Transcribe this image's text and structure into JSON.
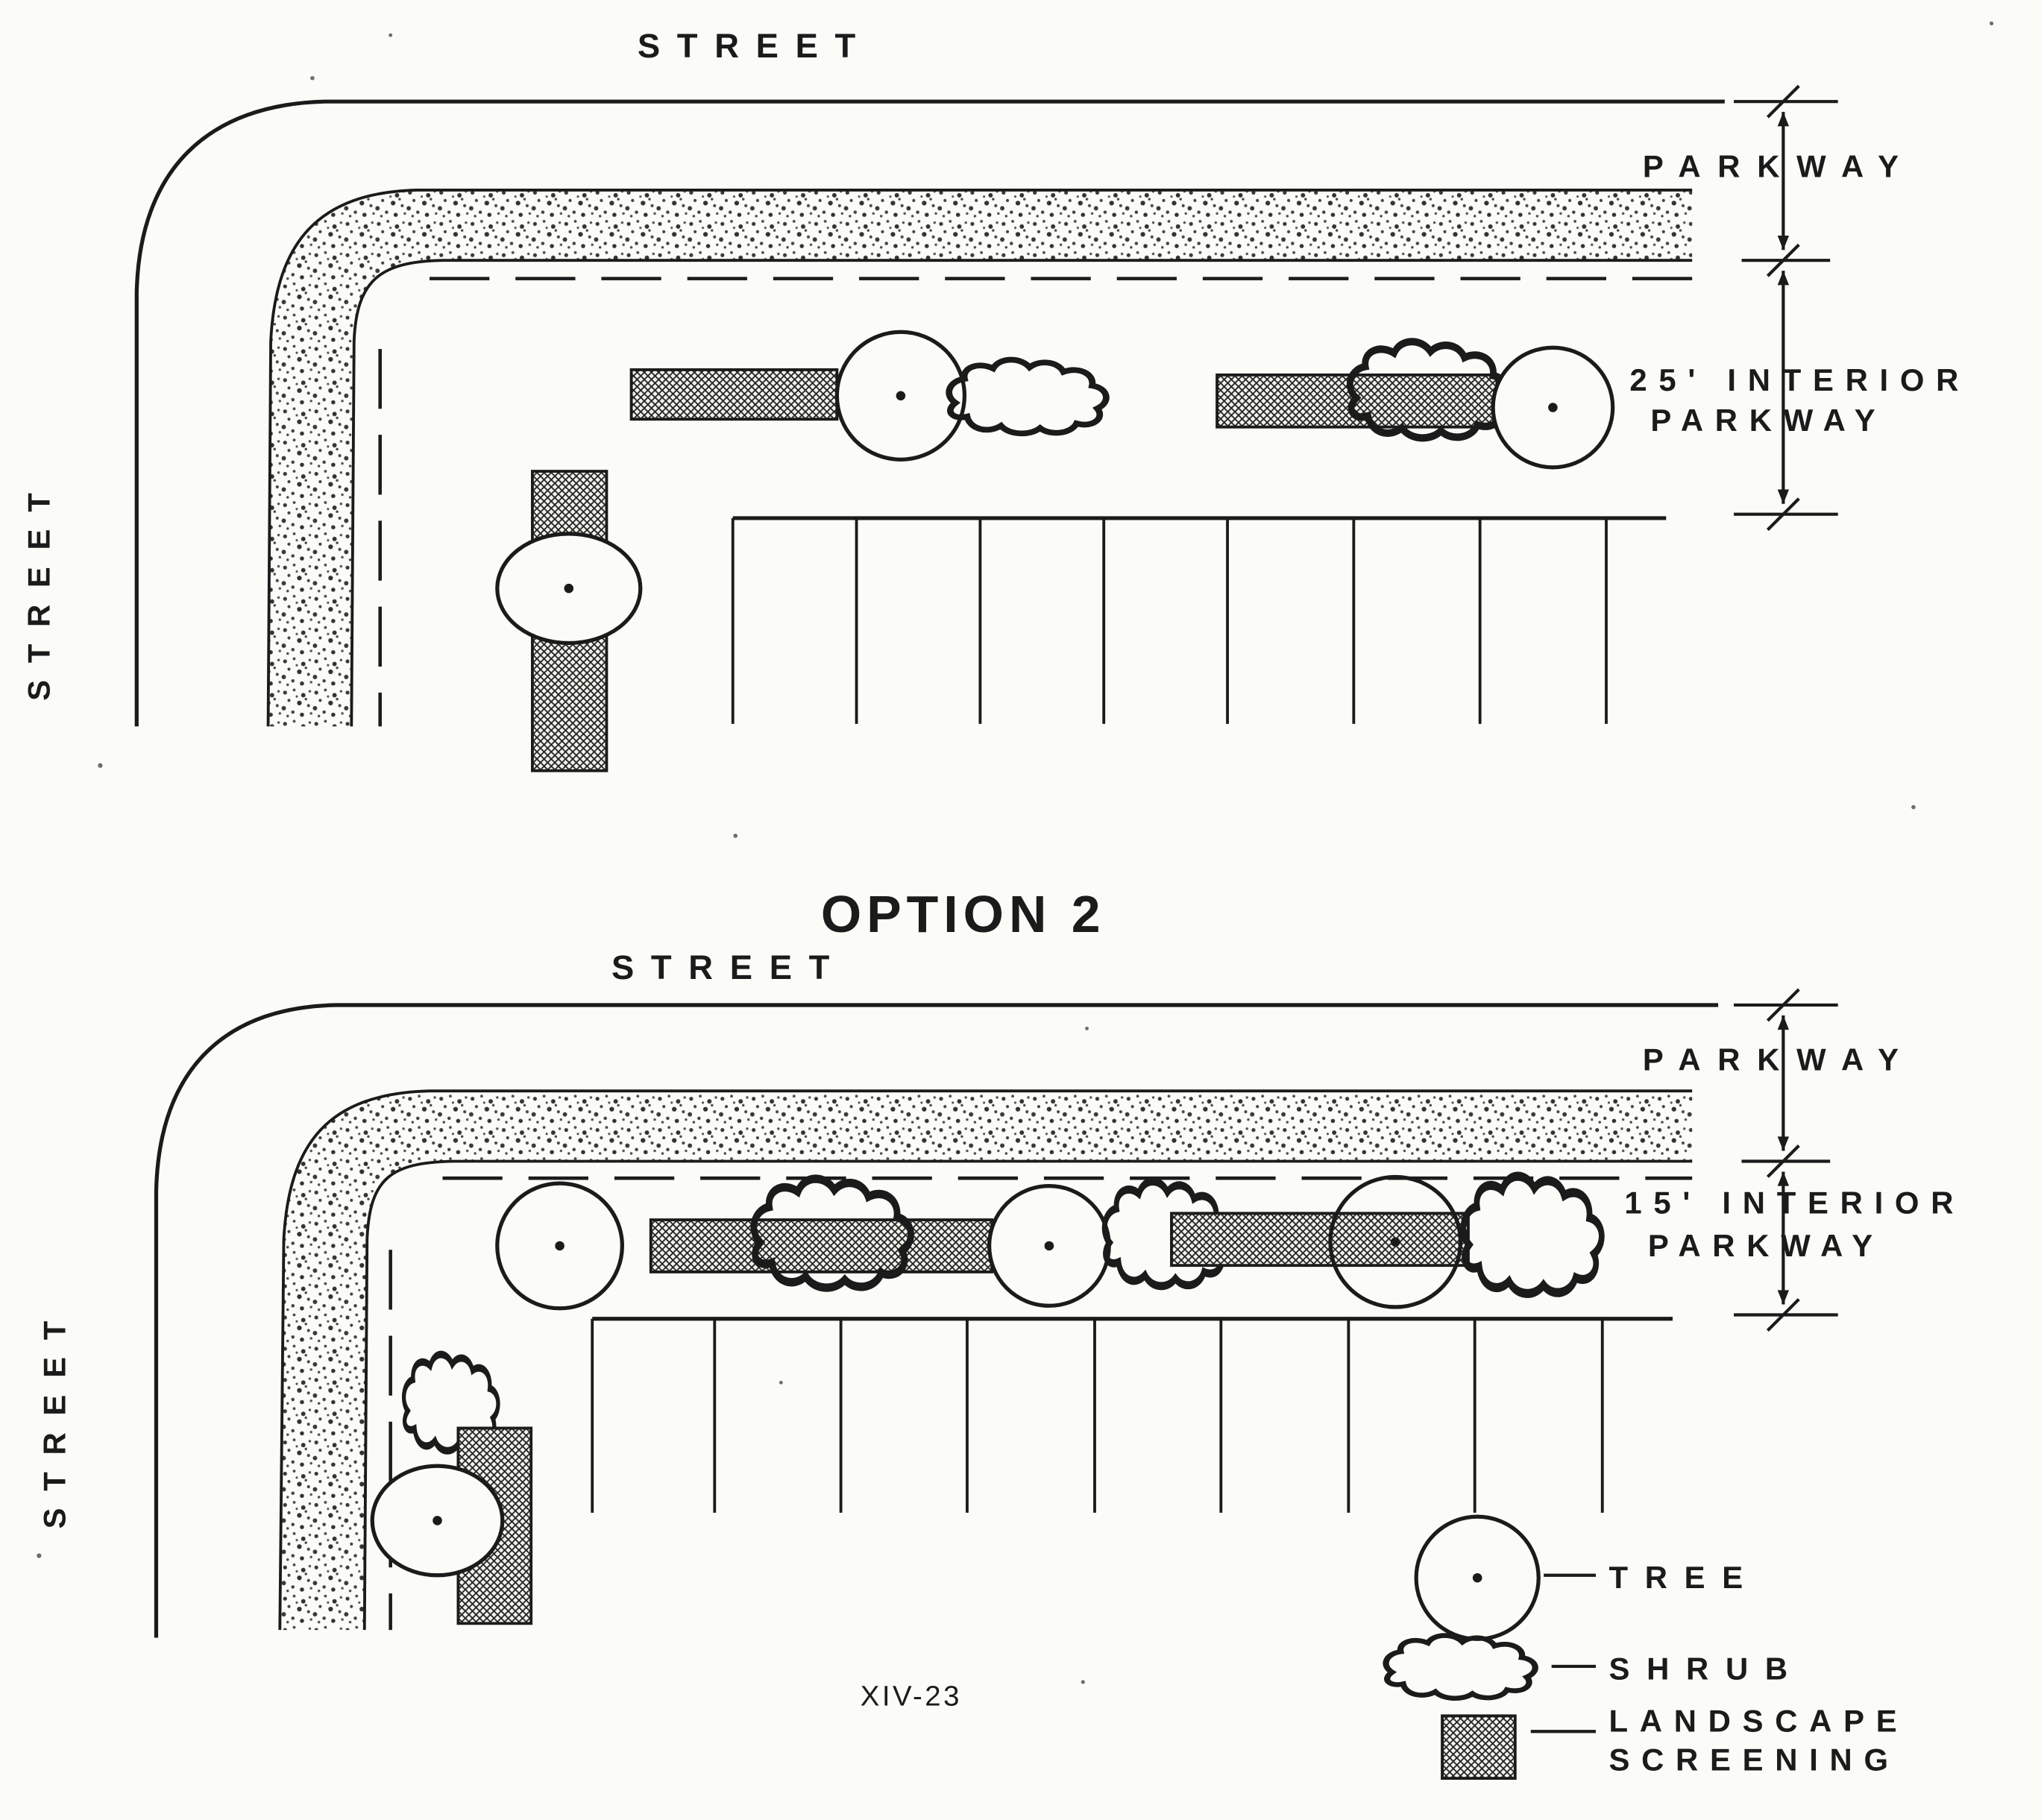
{
  "page": {
    "number": "XIV-23"
  },
  "option1": {
    "street_top": "STREET",
    "street_left": "STREET",
    "parkway": "PARKWAY",
    "interior_line1": "25' INTERIOR",
    "interior_line2": "PARKWAY"
  },
  "option2": {
    "title": "OPTION 2",
    "street_top": "STREET",
    "street_left": "STREET",
    "parkway": "PARKWAY",
    "interior_line1": "15' INTERIOR",
    "interior_line2": "PARKWAY"
  },
  "legend": {
    "tree": "TREE",
    "shrub": "SHRUB",
    "landscape_line1": "LANDSCAPE",
    "landscape_line2": "SCREENING"
  }
}
